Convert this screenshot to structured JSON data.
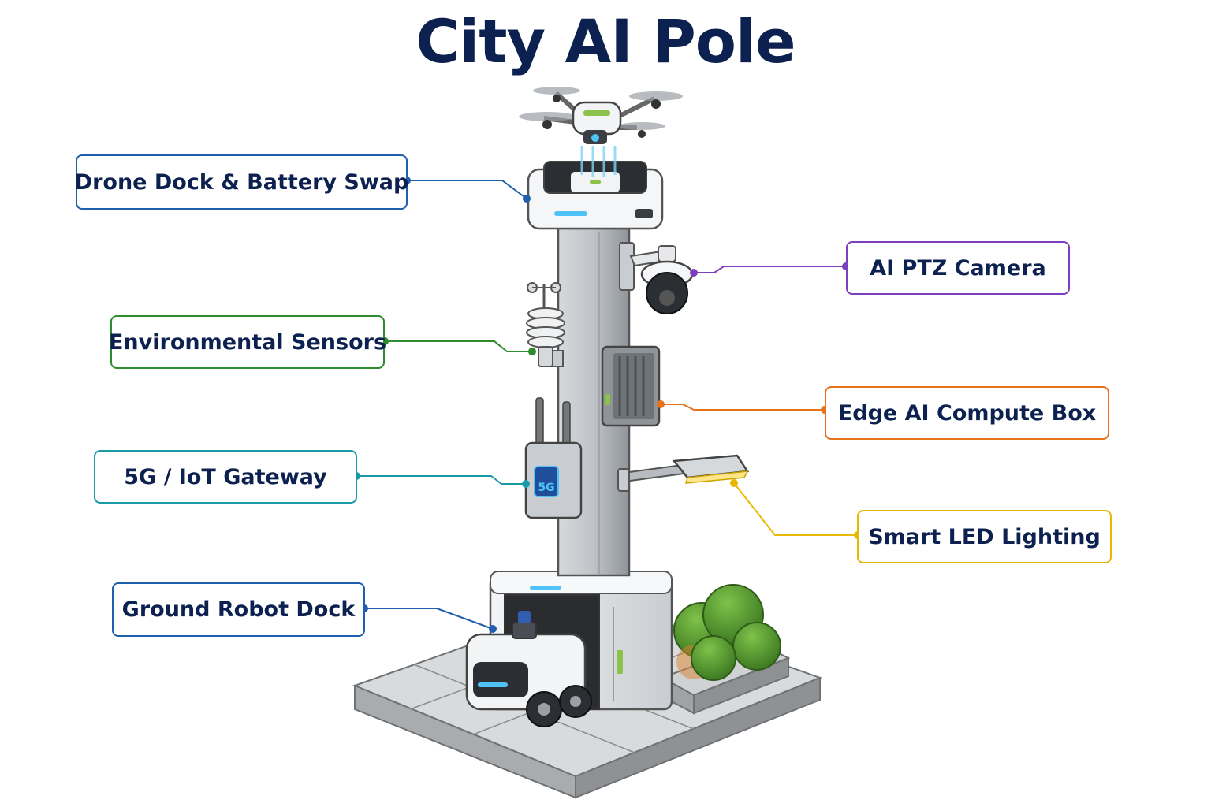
{
  "title": "City AI Pole",
  "callouts": {
    "drone_dock": {
      "text": "Drone Dock & Battery Swap",
      "color": "#1f5fae"
    },
    "ptz_camera": {
      "text": "AI PTZ Camera",
      "color": "#7b3fbf"
    },
    "env_sensors": {
      "text": "Environmental Sensors",
      "color": "#2e8b2e"
    },
    "edge_ai": {
      "text": "Edge AI Compute Box",
      "color": "#e8711c"
    },
    "gateway": {
      "text": "5G / IoT Gateway",
      "color": "#1a9aa8"
    },
    "led_lighting": {
      "text": "Smart LED Lighting",
      "color": "#e6b800"
    },
    "robot_dock": {
      "text": "Ground Robot Dock",
      "color": "#1f5fae"
    }
  },
  "gateway_badge": "5G"
}
